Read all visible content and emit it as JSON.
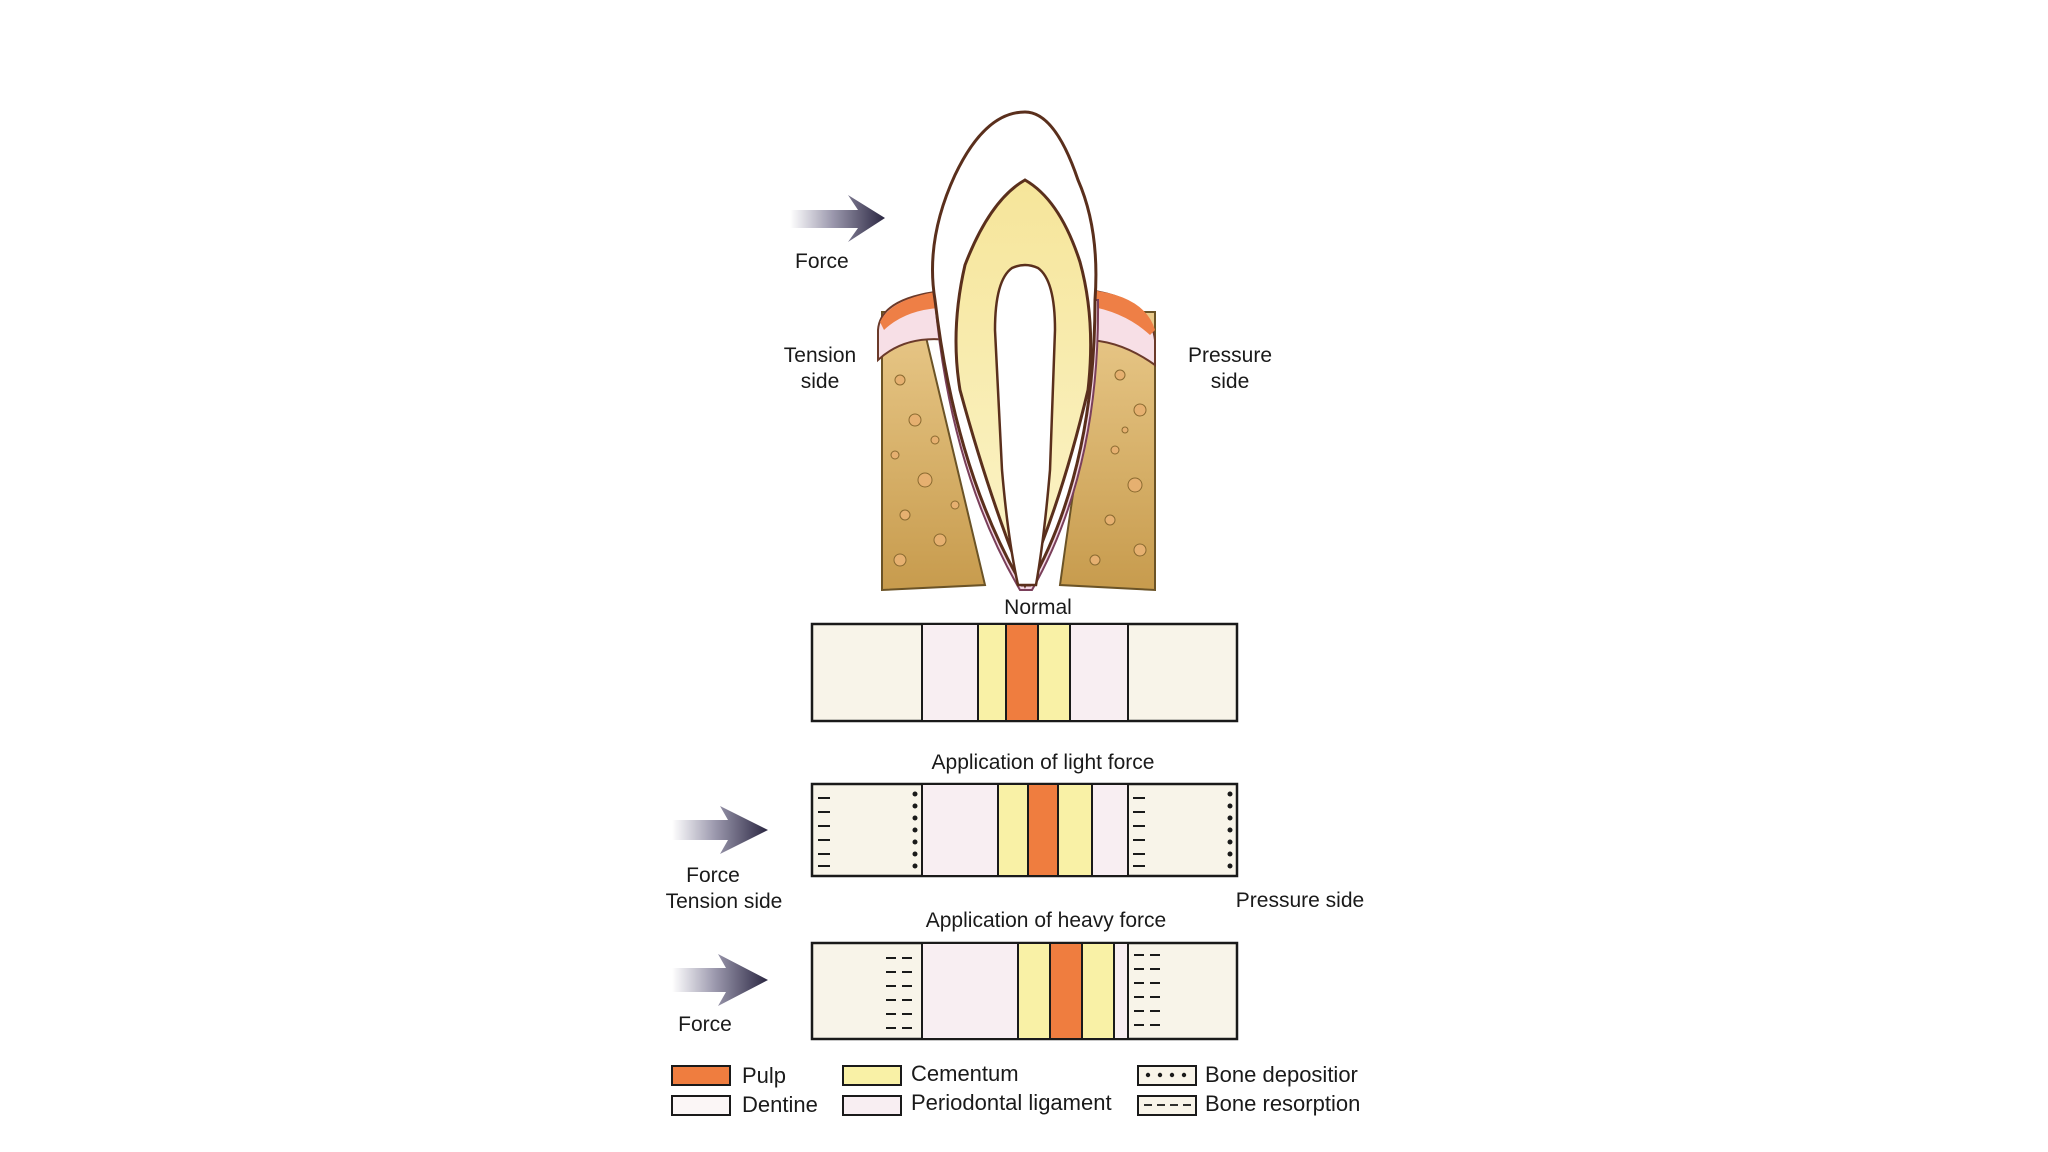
{
  "figure": {
    "top_force_label": "Force",
    "tension_side": [
      "Tension",
      "side"
    ],
    "pressure_side": [
      "Pressure",
      "side"
    ],
    "panels": [
      {
        "title": "Normal"
      },
      {
        "title": "Application of light force",
        "force_label": "Force",
        "tension_label": "Tension side",
        "pressure_label": "Pressure side"
      },
      {
        "title": "Application of heavy force",
        "force_label": "Force"
      }
    ]
  },
  "legend": {
    "pulp": "Pulp",
    "dentine": "Dentine",
    "cementum": "Cementum",
    "periodontal_ligament": "Periodontal ligament",
    "bone_deposition": "Bone depositior",
    "bone_resorption": "Bone resorption"
  },
  "colors": {
    "pulp": "#ef7d3f",
    "cementum": "#f9f1a6",
    "dentine": "#fbf6f6",
    "bone": "#f8f4e9",
    "ligament": "#f8eef2",
    "bone_texture": "#c99a48",
    "gum": "#ee7f46",
    "arrow": "#2e2a45"
  }
}
